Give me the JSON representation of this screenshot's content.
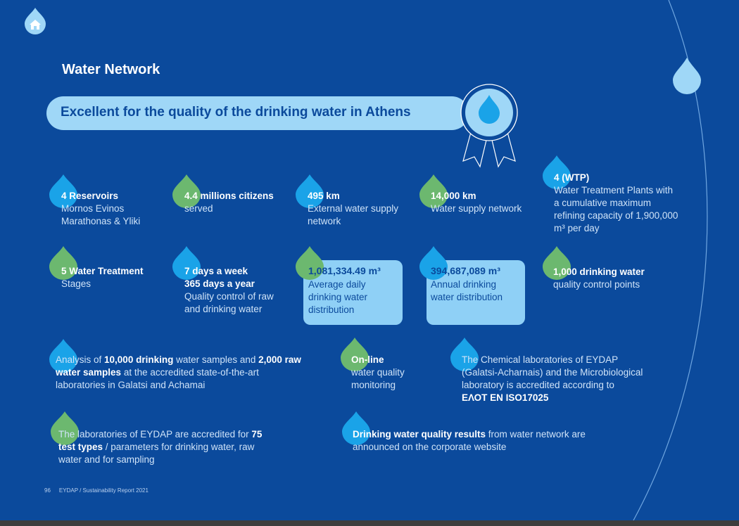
{
  "page": {
    "title": "Water Network",
    "banner": "Excellent for the quality of the drinking water in Athens"
  },
  "stats_row1": [
    {
      "id": "reservoirs",
      "bold": "4 Reservoirs",
      "text": "Mornos Evinos Marathonas & Yliki",
      "drop": "blue"
    },
    {
      "id": "citizens",
      "bold": "4.4 millions citizens",
      "text": "served",
      "drop": "green"
    },
    {
      "id": "external",
      "bold": "495 km",
      "text": "External water supply network",
      "drop": "blue"
    },
    {
      "id": "supply",
      "bold": "14,000 km",
      "text": "Water supply network",
      "drop": "green"
    },
    {
      "id": "wtp",
      "bold": "4 (WTP)",
      "text": "Water Treatment Plants with a cumulative maximum refining capacity of 1,900,000 m³ per day",
      "drop": "blue"
    }
  ],
  "stats_row2": {
    "stages": {
      "bold": "5 Water Treatment",
      "text": "Stages"
    },
    "days": {
      "bold1": "7 days a week",
      "bold2": "365 days a year",
      "text": "Quality control of raw and drinking water"
    },
    "avg": {
      "value": "1,081,334.49 m³",
      "text": "Average daily drinking water distribution"
    },
    "annual": {
      "value": "394,687,089 m³",
      "text": "Annual drinking water distribution"
    },
    "points": {
      "bold": "1,000 drinking water",
      "text": "quality control points"
    }
  },
  "row3": {
    "analysis": {
      "t1": "Analysis of ",
      "b1": "10,000 drinking",
      "t2": " water samples and ",
      "b2": "2,000 raw water samples",
      "t3": " at the accredited state-of-the-art laboratories in Galatsi and Achamai"
    },
    "online": {
      "bold": "On-line",
      "text": "water quality monitoring"
    },
    "chem": {
      "text": "The Chemical laboratories of EYDAP (Galatsi-Acharnais) and the Microbiological laboratory is accredited according to",
      "bold": "ΕΛΟΤ ΕΝ ISO17025"
    }
  },
  "row4": {
    "labs": {
      "t1": "The laboratories of EYDAP are accredited for ",
      "b1": "75 test types",
      "t2": " / parameters for drinking water, raw water and for sampling"
    },
    "results": {
      "b1": "Drinking  water quality results",
      "t1": " from water network are announced on the corporate website"
    }
  },
  "footer": {
    "page_number": "96",
    "text": "EYDAP / Sustainability Report 2021"
  },
  "colors": {
    "background": "#0b4a9c",
    "light_blue": "#9fd7f7",
    "drop_blue": "#1aa3e8",
    "drop_green": "#6cb86f"
  },
  "icons": [
    "home-icon",
    "water-drop-icon",
    "award-ribbon-icon"
  ]
}
